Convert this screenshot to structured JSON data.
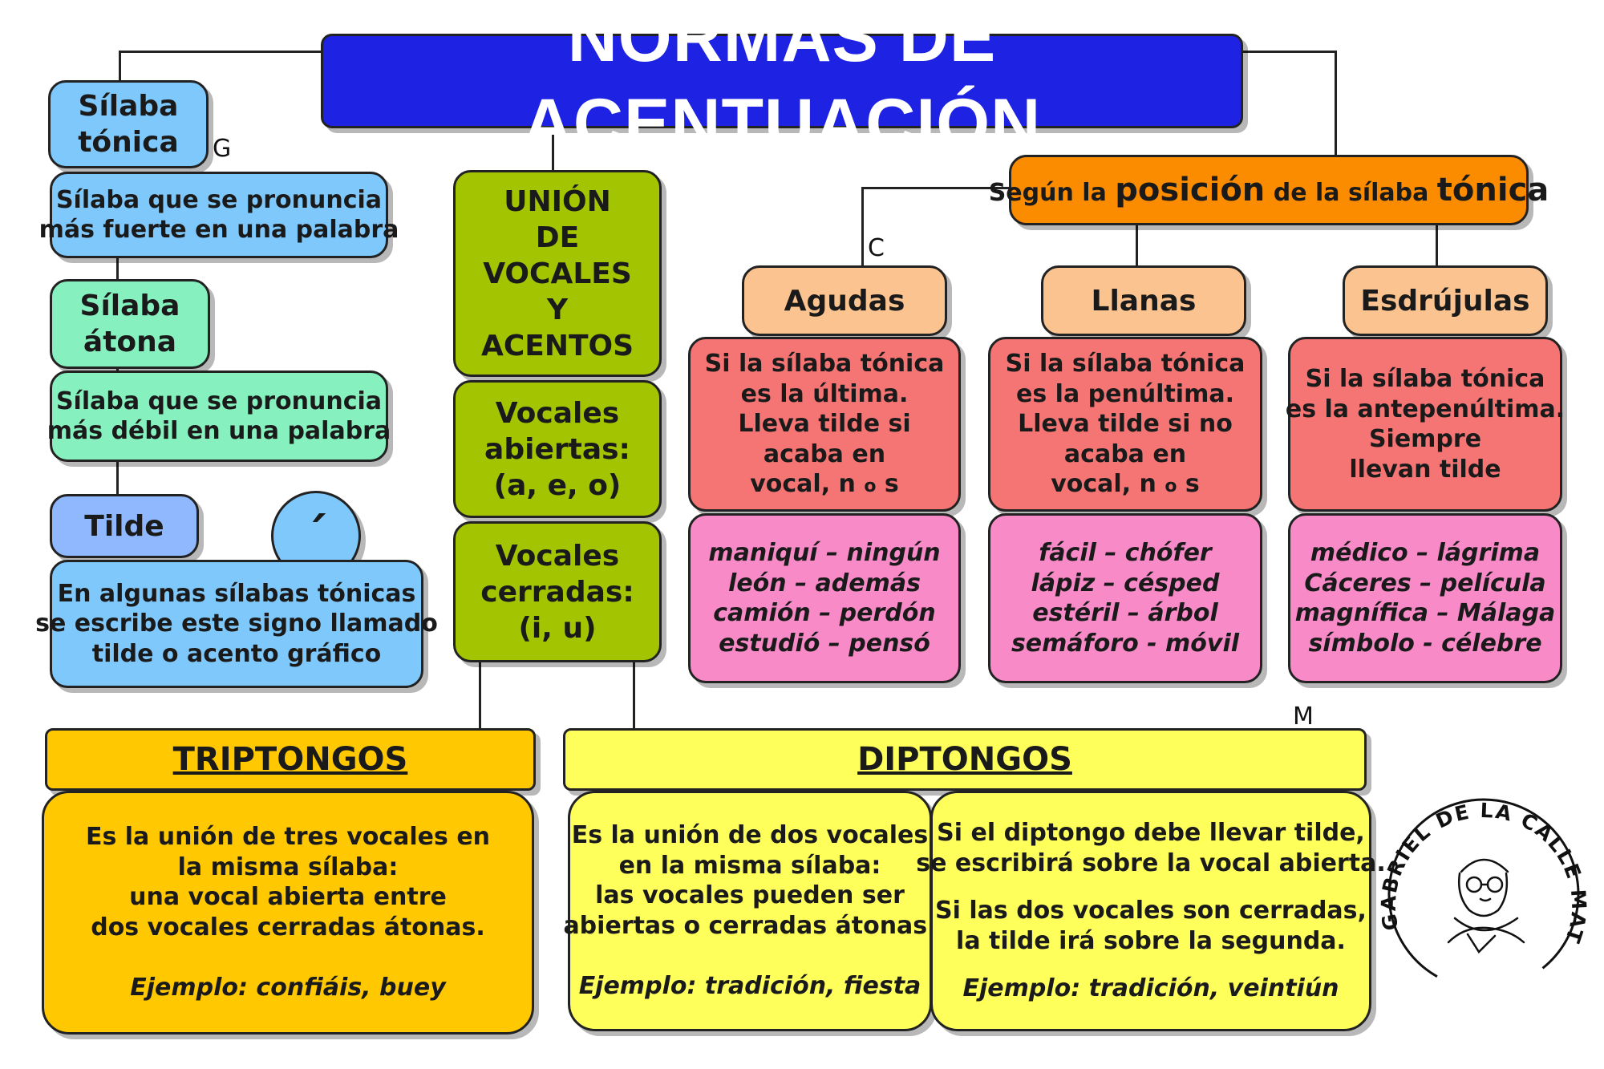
{
  "title": "NORMAS DE ACENTUACIÓN",
  "letters": {
    "g": "G",
    "c": "C",
    "m": "M"
  },
  "silaba_tonica": {
    "label": [
      "Sílaba",
      "tónica"
    ],
    "definition": [
      "Sílaba que se pronuncia",
      "más fuerte en una palabra"
    ]
  },
  "silaba_atona": {
    "label": [
      "Sílaba",
      "átona"
    ],
    "definition": [
      "Sílaba que se pronuncia",
      "más débil en una palabra"
    ]
  },
  "tilde": {
    "label": "Tilde",
    "symbol": "´",
    "definition": [
      "En algunas sílabas tónicas",
      "se escribe este signo llamado",
      "tilde o acento gráfico"
    ]
  },
  "union": {
    "label": [
      "UNIÓN",
      "DE",
      "VOCALES",
      "Y",
      "ACENTOS"
    ],
    "abiertas": [
      "Vocales",
      "abiertas:",
      "(a, e, o)"
    ],
    "cerradas": [
      "Vocales",
      "cerradas:",
      "(i, u)"
    ]
  },
  "posicion": {
    "pre1": "Según la ",
    "key1": "posición",
    "pre2": " de la sílaba ",
    "key2": "tónica"
  },
  "agudas": {
    "label": "Agudas",
    "rule": [
      "Si la sílaba tónica",
      "es la última.",
      "Lleva tilde si",
      "acaba en"
    ],
    "rule_last": {
      "a": "vocal, n ",
      "o": "o",
      "b": " s"
    },
    "examples": [
      "maniquí – ningún",
      "león – además",
      "camión – perdón",
      "estudió – pensó"
    ]
  },
  "llanas": {
    "label": "Llanas",
    "rule": [
      "Si la sílaba tónica",
      "es la penúltima.",
      "Lleva tilde si no",
      "acaba en"
    ],
    "rule_last": {
      "a": "vocal, n ",
      "o": "o",
      "b": " s"
    },
    "examples": [
      "fácil – chófer",
      "lápiz – césped",
      "estéril – árbol",
      "semáforo - móvil"
    ]
  },
  "esdrujulas": {
    "label": "Esdrújulas",
    "rule": [
      "Si la sílaba tónica",
      "es la antepenúltima.",
      "Siempre",
      "llevan tilde"
    ],
    "examples": [
      "médico – lágrima",
      "Cáceres – película",
      "magnífica – Málaga",
      "símbolo - célebre"
    ]
  },
  "triptongos": {
    "label": "TRIPTONGOS",
    "text": [
      "Es la unión de tres vocales en",
      "la misma sílaba:",
      "una vocal abierta entre",
      "dos vocales cerradas átonas."
    ],
    "example": "Ejemplo: confiáis, buey"
  },
  "diptongos": {
    "label": "DIPTONGOS",
    "text": [
      "Es la unión de dos vocales",
      "en la misma sílaba:",
      "las vocales pueden ser",
      "abiertas o cerradas átonas."
    ],
    "example": "Ejemplo: tradición, fiesta",
    "rules": [
      "Si el diptongo debe llevar tilde,",
      "se escribirá sobre la vocal abierta."
    ],
    "rules2": [
      "Si las dos vocales son cerradas,",
      "la tilde irá sobre la segunda."
    ],
    "example2": "Ejemplo: tradición, veintiún"
  },
  "logo": {
    "text": "GABRIEL DE LA CALLE MATADOR"
  }
}
